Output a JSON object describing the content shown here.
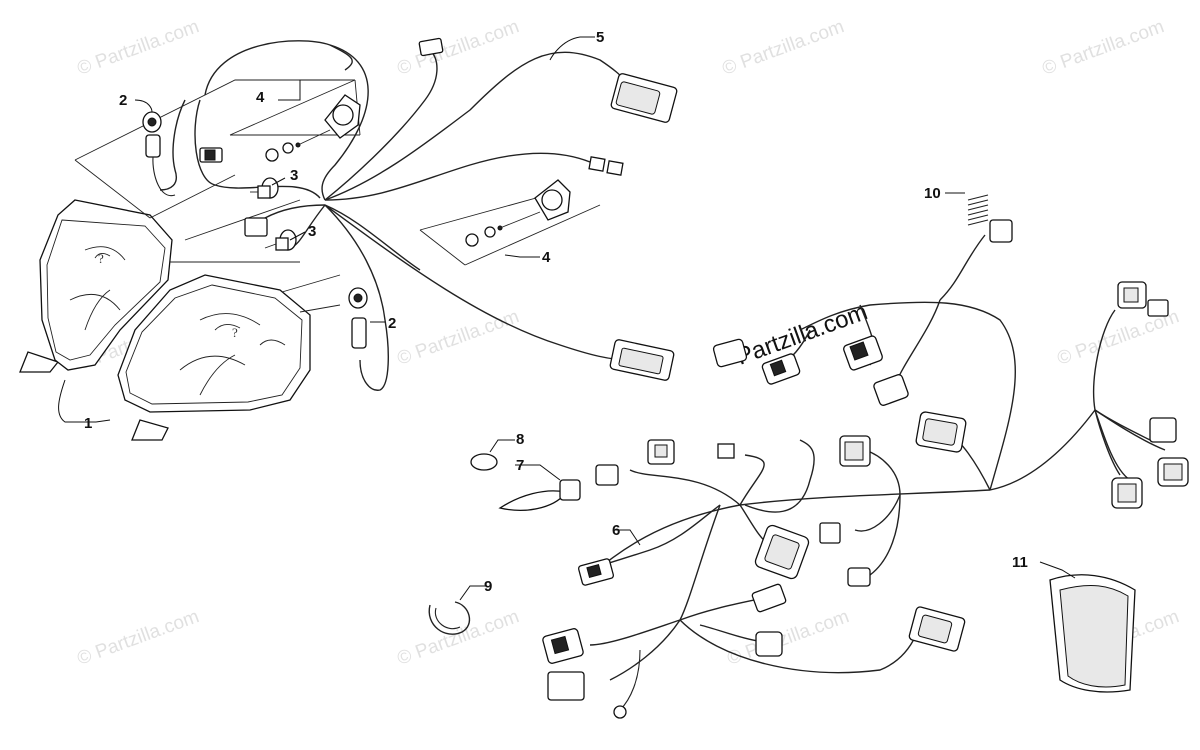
{
  "callouts": {
    "c1": "1",
    "c2a": "2",
    "c2b": "2",
    "c3a": "3",
    "c3b": "3",
    "c4a": "4",
    "c4b": "4",
    "c5": "5",
    "c6": "6",
    "c7": "7",
    "c8": "8",
    "c9": "9",
    "c10": "10",
    "c11": "11"
  },
  "watermark": {
    "text": "© Partzilla.com",
    "center_text": "Partzilla.com"
  }
}
